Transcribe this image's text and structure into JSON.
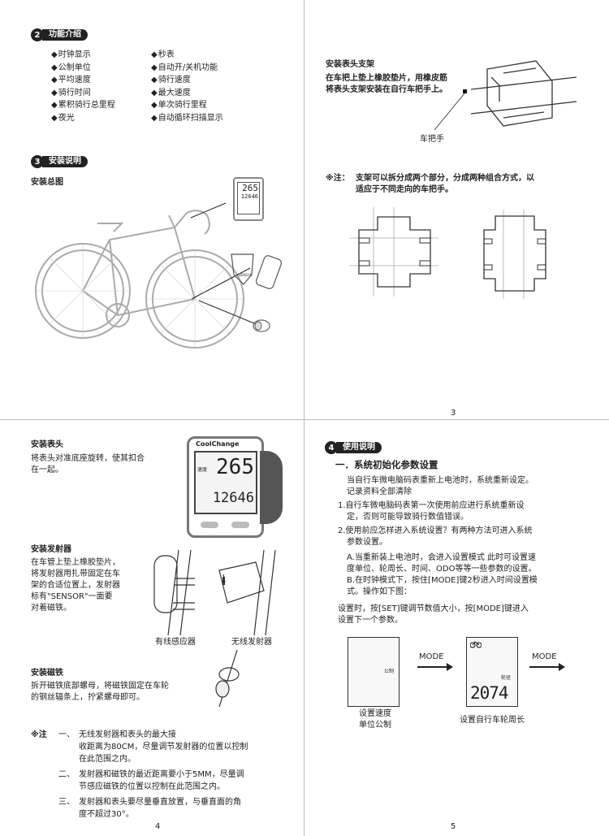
{
  "page3": {
    "sec2": {
      "num": "2",
      "label": "功能介绍"
    },
    "features_left": [
      "时钟显示",
      "公制单位",
      "平均速度",
      "骑行时间",
      "累积骑行总里程",
      "夜光"
    ],
    "features_right": [
      "秒表",
      "自动开/关机功能",
      "骑行速度",
      "最大速度",
      "单次骑行里程",
      "自动循环扫描显示"
    ],
    "sec3": {
      "num": "3",
      "label": "安装说明"
    },
    "install_overview": "安装总图",
    "bracket_title": "安装表头支架",
    "bracket_text": [
      "在车把上垫上橡胶垫片，用橡皮筋",
      "将表头支架安装在自行车把手上。"
    ],
    "handlebar_label": "车把手",
    "note_prefix": "※注：",
    "note_lines": [
      "支架可以拆分成两个部分，分成两种组合方式，以",
      "适应于不同走向的车把手。"
    ],
    "lcd_top": "265",
    "lcd_bottom": "12646",
    "sensor_brand": "SENSOR",
    "page_number": "3"
  },
  "page4": {
    "head_title": "安装表头",
    "head_text": [
      "将表头对准底座旋转，使其扣合",
      "在一起。"
    ],
    "brand": "CoolChange",
    "lcd_top": "265",
    "lcd_bottom": "12646",
    "lcd_label": "速度",
    "tx_title": "安装发射器",
    "tx_text": [
      "在车管上垫上橡胶垫片，",
      "将发射器用扎带固定在车",
      "架的合适位置上，发射器",
      "标有\"SENSOR\"一面要",
      "对着磁铁。"
    ],
    "wired_label": "有线感应器",
    "wireless_label": "无线发射器",
    "magnet_title": "安装磁铁",
    "magnet_text": [
      "拆开磁铁底部螺母，将磁铁固定在车轮",
      "的钢丝辐条上，拧紧螺母即可。"
    ],
    "note_prefix": "※注",
    "notes": [
      {
        "idx": "一、",
        "lines": [
          "无线发射器和表头的最大接",
          "收距离为80CM，尽量调节发射器的位置以控制",
          "在此范围之内。"
        ]
      },
      {
        "idx": "二、",
        "lines": [
          "发射器和磁铁的最近距离要小于5MM，尽量调",
          "节感应磁铁的位置以控制在此范围之内。"
        ]
      },
      {
        "idx": "三、",
        "lines": [
          "发射器和表头要尽量垂直放置，与垂直面的角",
          "度不超过30°。"
        ]
      }
    ],
    "page_number": "4"
  },
  "page5": {
    "sec4": {
      "num": "4",
      "label": "使用说明"
    },
    "heading": "一．系统初始化参数设置",
    "intro": [
      "当自行车微电脑码表重新上电池时，系统重新设定。",
      "记录资料全部清除"
    ],
    "q1": [
      "1.自行车微电脑码表第一次使用前应进行系统重新设",
      "定，否则可能导致骑行数值错误。"
    ],
    "q2": [
      "2.使用前应怎样进入系统设置？有两种方法可进入系统",
      "参数设置。"
    ],
    "methods": [
      "A.当重新装上电池时，会进入设置模式 此时可设置速",
      "度单位、轮周长、时间、ODO等等一些参数的设置。",
      "B.在时钟模式下，按住[MODE]键2秒进入时间设置模",
      "式。操作如下图："
    ],
    "setting": [
      "设置时，按[SET]键调节数值大小，按[MODE]键进入",
      "设置下一个参数。"
    ],
    "mode1": "MODE",
    "mode2": "MODE",
    "screen1_text": "公制",
    "screen2_label": "轮径",
    "screen2_value": "2074",
    "cap1": [
      "设置速度",
      "单位公制"
    ],
    "cap2": "设置自行车轮周长",
    "page_number": "5"
  }
}
